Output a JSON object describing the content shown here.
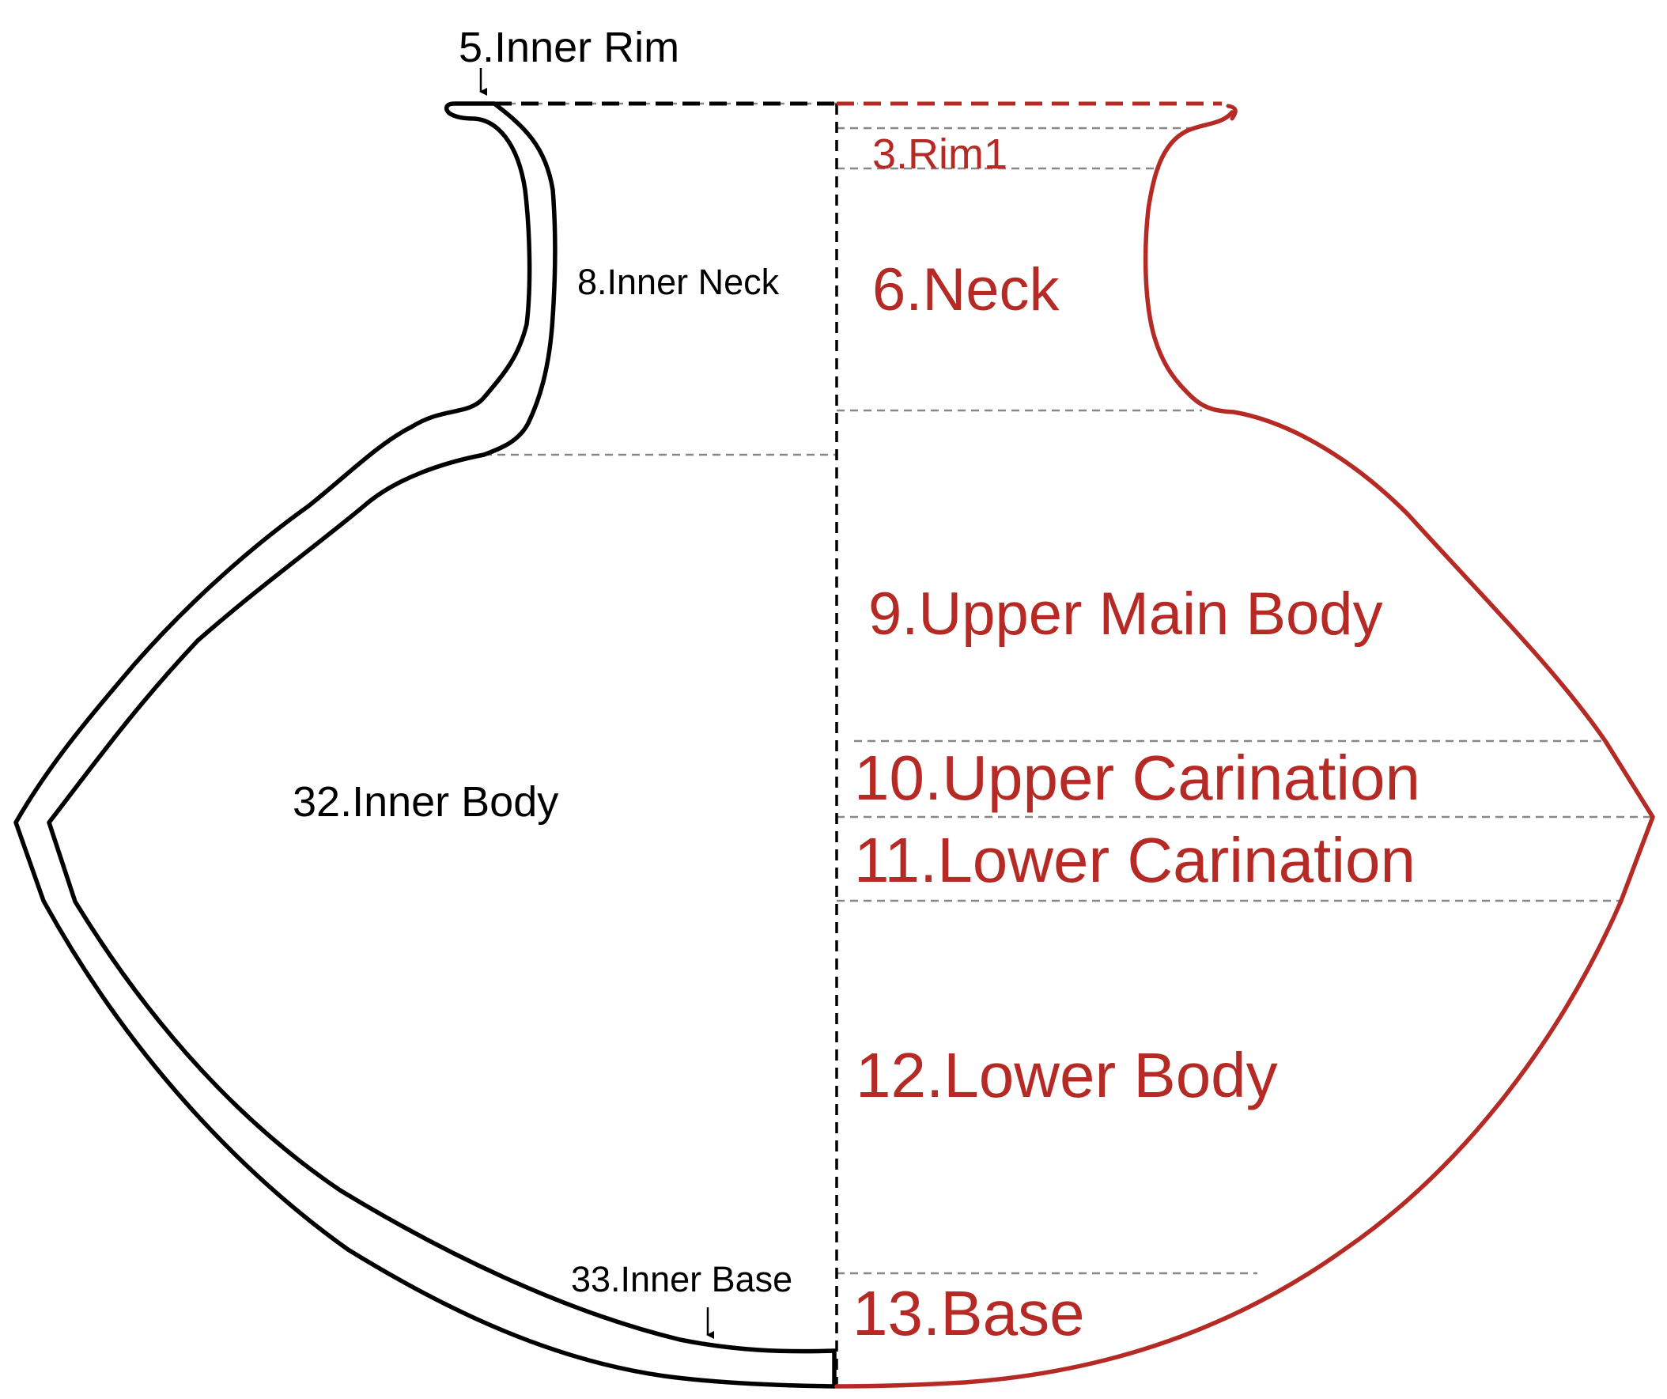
{
  "colors": {
    "inner": "#000000",
    "outer": "#b52a25",
    "guide": "#888888"
  },
  "labels": {
    "inner_rim": "5.Inner Rim",
    "rim1": "3.Rim1",
    "inner_neck": "8.Inner Neck",
    "neck": "6.Neck",
    "upper_main_body": "9.Upper Main Body",
    "upper_carination": "10.Upper Carination",
    "inner_body": "32.Inner Body",
    "lower_carination": "11.Lower Carination",
    "lower_body": "12.Lower Body",
    "inner_base": "33.Inner Base",
    "base": "13.Base"
  }
}
